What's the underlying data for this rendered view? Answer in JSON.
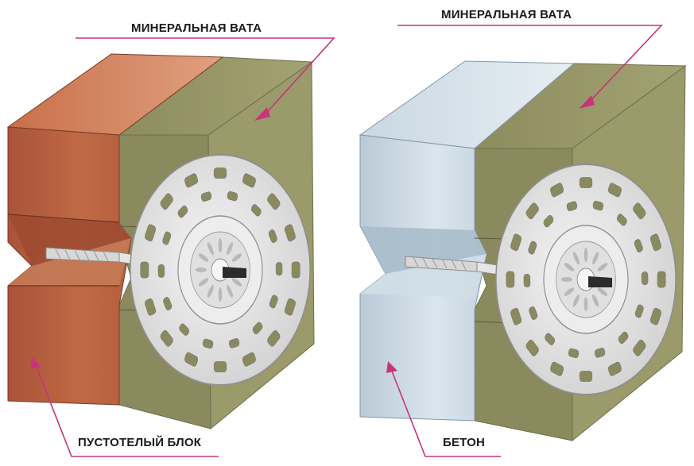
{
  "labels": {
    "mineral_wool_left": "МИНЕРАЛЬНАЯ ВАТА",
    "mineral_wool_right": "МИНЕРАЛЬНАЯ ВАТА",
    "hollow_block": "ПУСТОТЕЛЫЙ БЛОК",
    "concrete": "БЕТОН"
  },
  "colors": {
    "brick_front": "#b86340",
    "brick_top": "#d08a66",
    "concrete_front": "#c3d3df",
    "concrete_top": "#d6e2ea",
    "wool_front": "#8a8a5e",
    "wool_top": "#9b9a6c",
    "wool_side": "#9a9a6a",
    "leader_line": "#c8347a",
    "disc": "#e4e4e4",
    "disc_edge": "#8f8f8f",
    "dowel_tip": "#2b2b2b"
  }
}
